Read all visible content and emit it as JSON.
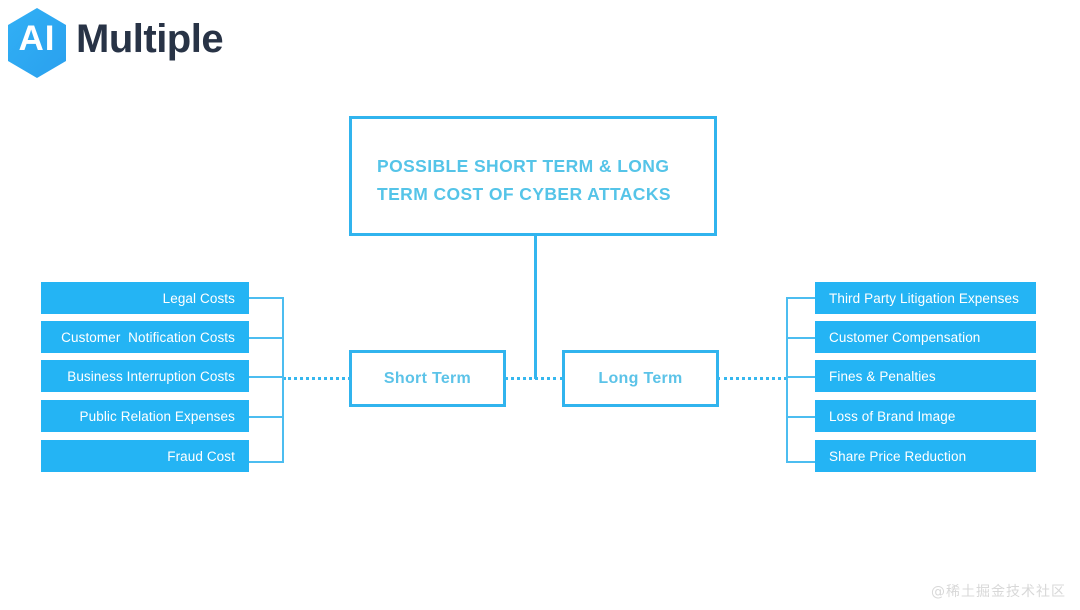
{
  "brand": {
    "mark_text": "AI",
    "word_text": "Multiple",
    "hex_color": "#29a9f0",
    "word_color": "#283346"
  },
  "diagram": {
    "title": "POSSIBLE SHORT TERM & LONG TERM COST OF CYBER ATTACKS",
    "title_color": "#55c4e8",
    "box_border_color": "#31b4ee",
    "item_fill_color": "#24b4f4",
    "connector_color": "#4cbdf0",
    "branches": [
      {
        "label": "Short Term",
        "side": "left",
        "items": [
          "Legal Costs",
          "Customer  Notification Costs",
          "Business Interruption Costs",
          "Public Relation Expenses",
          "Fraud Cost"
        ]
      },
      {
        "label": "Long Term",
        "side": "right",
        "items": [
          "Third Party Litigation Expenses",
          "Customer Compensation",
          "Fines & Penalties",
          "Loss of Brand Image",
          "Share Price Reduction"
        ]
      }
    ]
  },
  "watermark": {
    "text": "@稀土掘金技术社区"
  }
}
